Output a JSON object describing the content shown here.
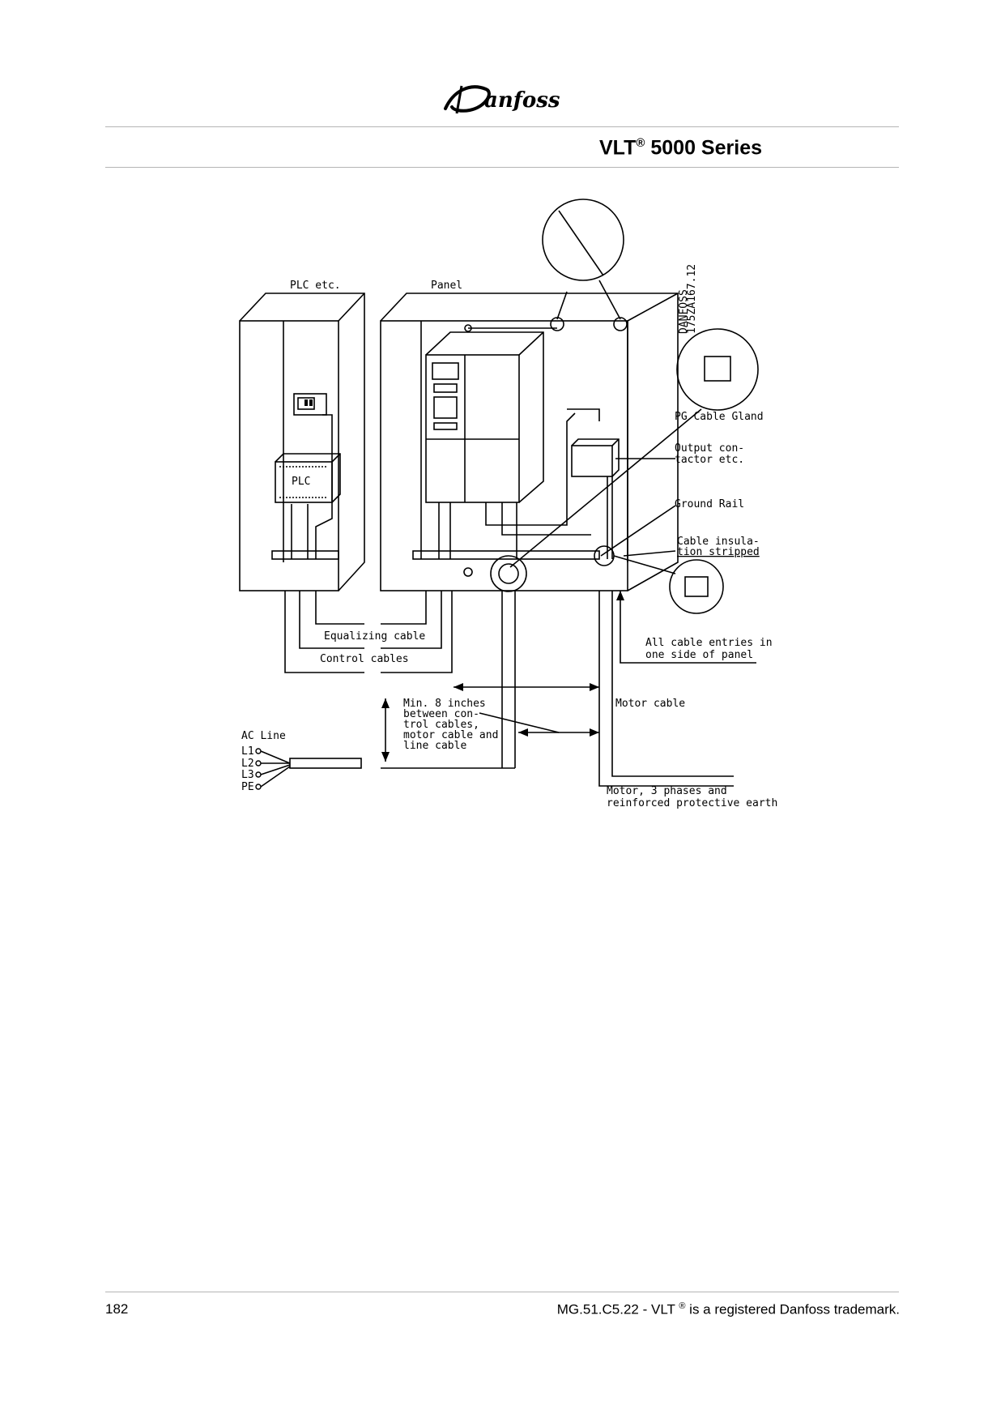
{
  "header": {
    "brand": "Danfoss",
    "series_name": "VLT",
    "series_reg": "®",
    "series_suffix": "5000 Series"
  },
  "diagram": {
    "labels": {
      "plc_etc": "PLC etc.",
      "panel": "Panel",
      "plc": "PLC",
      "drawing_ref_1": "DANFOSS",
      "drawing_ref_2": "175ZA167.12",
      "pg_cable_gland": "PG Cable Gland",
      "output_contactor_1": "Output con-",
      "output_contactor_2": "tactor etc.",
      "ground_rail": "Ground Rail",
      "cable_insulation_1": "Cable insula-",
      "cable_insulation_2": "tion stripped",
      "all_entries_1": "All cable entries in",
      "all_entries_2": "one side of panel",
      "equalizing_cable": "Equalizing cable",
      "control_cables": "Control cables",
      "min_spacing_1": "Min. 8 inches",
      "min_spacing_2": "between con-",
      "min_spacing_3": "trol cables,",
      "min_spacing_4": "motor cable and",
      "min_spacing_5": "line cable",
      "motor_cable": "Motor cable",
      "ac_line": "AC Line",
      "l1": "L1",
      "l2": "L2",
      "l3": "L3",
      "pe": "PE",
      "motor_1": "Motor, 3 phases and",
      "motor_2": "reinforced protective earth"
    }
  },
  "footer": {
    "page_number": "182",
    "doc_text": "MG.51.C5.22 - VLT",
    "reg": "®",
    "trademark_text": " is a registered Danfoss trademark."
  }
}
